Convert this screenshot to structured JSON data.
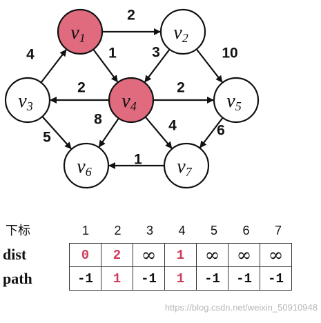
{
  "graph": {
    "nodes": [
      {
        "id": "v1",
        "base": "v",
        "sub": "1",
        "highlight": true
      },
      {
        "id": "v2",
        "base": "v",
        "sub": "2",
        "highlight": false
      },
      {
        "id": "v3",
        "base": "v",
        "sub": "3",
        "highlight": false
      },
      {
        "id": "v4",
        "base": "v",
        "sub": "4",
        "highlight": true
      },
      {
        "id": "v5",
        "base": "v",
        "sub": "5",
        "highlight": false
      },
      {
        "id": "v6",
        "base": "v",
        "sub": "6",
        "highlight": false
      },
      {
        "id": "v7",
        "base": "v",
        "sub": "7",
        "highlight": false
      }
    ],
    "edges": [
      {
        "from": "v1",
        "to": "v2",
        "weight": "2"
      },
      {
        "from": "v1",
        "to": "v4",
        "weight": "1"
      },
      {
        "from": "v2",
        "to": "v4",
        "weight": "3"
      },
      {
        "from": "v2",
        "to": "v5",
        "weight": "10"
      },
      {
        "from": "v3",
        "to": "v1",
        "weight": "4"
      },
      {
        "from": "v4",
        "to": "v3",
        "weight": "2"
      },
      {
        "from": "v4",
        "to": "v5",
        "weight": "2"
      },
      {
        "from": "v3",
        "to": "v6",
        "weight": "5"
      },
      {
        "from": "v4",
        "to": "v6",
        "weight": "8"
      },
      {
        "from": "v4",
        "to": "v7",
        "weight": "4"
      },
      {
        "from": "v5",
        "to": "v7",
        "weight": "6"
      },
      {
        "from": "v7",
        "to": "v6",
        "weight": "1"
      }
    ]
  },
  "colors": {
    "highlight_fill": "#e06a7e",
    "node_stroke": "#111111",
    "highlight_text": "#d03c5c"
  },
  "table": {
    "index_label": "下标",
    "indices": [
      "1",
      "2",
      "3",
      "4",
      "5",
      "6",
      "7"
    ],
    "dist_label": "dist",
    "dist": [
      "0",
      "2",
      "∞",
      "1",
      "∞",
      "∞",
      "∞"
    ],
    "path_label": "path",
    "path": [
      "-1",
      "1",
      "-1",
      "1",
      "-1",
      "-1",
      "-1"
    ],
    "highlight_columns": [
      1,
      2,
      4
    ]
  },
  "watermark": "https://blog.csdn.net/weixin_50910948"
}
